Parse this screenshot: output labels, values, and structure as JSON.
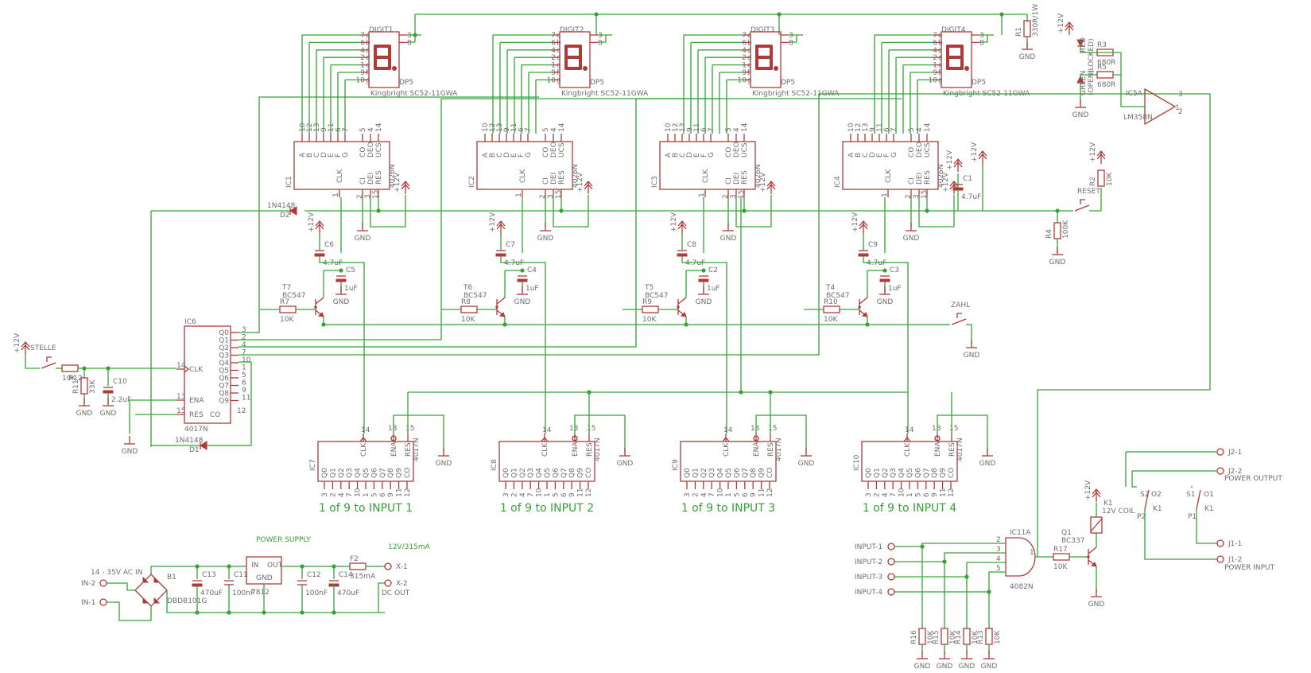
{
  "digits": [
    {
      "name": "DIGIT1",
      "part": "Kingbright SC52-11GWA"
    },
    {
      "name": "DIGIT2",
      "part": "Kingbright SC52-11GWA"
    },
    {
      "name": "DIGIT3",
      "part": "Kingbright SC52-11GWA"
    },
    {
      "name": "DIGIT4",
      "part": "Kingbright SC52-11GWA"
    }
  ],
  "seg_pins": [
    {
      "num": "7",
      "seg": "a"
    },
    {
      "num": "6",
      "seg": "b"
    },
    {
      "num": "4",
      "seg": "c"
    },
    {
      "num": "2",
      "seg": "d"
    },
    {
      "num": "1",
      "seg": "e"
    },
    {
      "num": "9",
      "seg": "f"
    },
    {
      "num": "10",
      "seg": "g"
    }
  ],
  "common_pins": [
    "3",
    "8"
  ],
  "dp_label": "DP5",
  "counters_4026": [
    {
      "name": "IC1",
      "part": "4026N"
    },
    {
      "name": "IC2",
      "part": "4026N"
    },
    {
      "name": "IC3",
      "part": "4026N"
    },
    {
      "name": "IC4",
      "part": "4026N"
    }
  ],
  "ic4026_outputs": [
    "A",
    "B",
    "C",
    "D",
    "E",
    "F",
    "G"
  ],
  "ic4026_output_pins": [
    "10",
    "12",
    "13",
    "9",
    "11",
    "6",
    "7"
  ],
  "ic4026_status": [
    "CO",
    "DEO",
    "UCS"
  ],
  "ic4026_status_pins": [
    "5",
    "4",
    "14"
  ],
  "ic4026_inputs": [
    "CI",
    "DEI",
    "RES"
  ],
  "ic4026_input_pins": [
    "2",
    "3",
    "15"
  ],
  "clk_label": "CLK",
  "clk_pin": "1",
  "transistors": [
    {
      "name": "T7",
      "type": "BC547",
      "res": "R7",
      "res_val": "10K"
    },
    {
      "name": "T6",
      "type": "BC547",
      "res": "R8",
      "res_val": "10K"
    },
    {
      "name": "T5",
      "type": "BC547",
      "res": "R9",
      "res_val": "10K"
    },
    {
      "name": "T4",
      "type": "BC547",
      "res": "R10",
      "res_val": "10K"
    }
  ],
  "caps_top": [
    {
      "name": "C6",
      "value": "4.7uF"
    },
    {
      "name": "C7",
      "value": "4.7uF"
    },
    {
      "name": "C8",
      "value": "4.7uF"
    },
    {
      "name": "C9",
      "value": "4.7uF"
    }
  ],
  "caps_small": [
    {
      "name": "C5",
      "value": "1uF"
    },
    {
      "name": "C4",
      "value": "1uF"
    },
    {
      "name": "C2",
      "value": "1uF"
    },
    {
      "name": "C3",
      "value": "1uF"
    }
  ],
  "decoders": [
    {
      "name": "IC7",
      "part": "4017N",
      "label": "1 of 9 to INPUT 1"
    },
    {
      "name": "IC8",
      "part": "4017N",
      "label": "1 of 9 to INPUT 2"
    },
    {
      "name": "IC9",
      "part": "4017N",
      "label": "1 of 9 to INPUT 3"
    },
    {
      "name": "IC10",
      "part": "4017N",
      "label": "1 of 9 to INPUT 4"
    }
  ],
  "dec_pins": [
    "Q0",
    "Q1",
    "Q2",
    "Q3",
    "Q4",
    "Q5",
    "Q6",
    "Q7",
    "Q8",
    "Q9",
    "CO"
  ],
  "dec_pin_nums": [
    "3",
    "2",
    "4",
    "7",
    "10",
    "1",
    "5",
    "6",
    "9",
    "11",
    "12"
  ],
  "dec_top": {
    "clk": "CLK",
    "ena": "ENA",
    "res": "RES",
    "clk_pin": "14",
    "ena_pin": "13",
    "res_pin": "15"
  },
  "ic6": {
    "name": "IC6",
    "part": "4017N",
    "outputs": [
      "Q0",
      "Q1",
      "Q2",
      "Q3",
      "Q4",
      "Q5",
      "Q6",
      "Q7",
      "Q8",
      "Q9"
    ],
    "output_pins": [
      "3",
      "2",
      "4",
      "7",
      "10",
      "1",
      "5",
      "6",
      "9",
      "11"
    ],
    "clk": "CLK",
    "clk_pin": "14",
    "ena": "ENA",
    "ena_pin": "13",
    "res": "RES",
    "res_pin": "15",
    "co": "CO",
    "co_pin": "12"
  },
  "labels": {
    "gnd": "GND",
    "vcc": "+12V",
    "d1": "D1",
    "d1_type": "1N4148",
    "d2": "D2",
    "d2_type": "1N4148",
    "stelle": "STELLE",
    "zahl": "ZAHL",
    "reset": "RESET",
    "r12": "R12",
    "r12_val": "10K",
    "r11": "R11",
    "r11_val": "33K",
    "c10": "C10",
    "c10_val": "2.2uF",
    "r1": "R1",
    "r1_val": "330R/1W",
    "r2": "R2",
    "r2_val": "10K",
    "r4": "R4",
    "r4_val": "100K",
    "c1": "C1",
    "c1_val": "4.7uF",
    "led_red": "RED",
    "led_red_note": "(LOCKED)",
    "led_green": "GREEN",
    "led_green_note": "(OPEN)",
    "r3": "R3",
    "r3_val": "680R",
    "r5": "R5",
    "r5_val": "680R",
    "ic5a": "IC5A",
    "ic5a_part": "LM358N",
    "ic5a_pin_out": "1",
    "ic5a_pin_p": "3",
    "ic5a_pin_n": "2"
  },
  "gate": {
    "name": "IC11A",
    "part": "4082N",
    "inputs": [
      "INPUT-1",
      "INPUT-2",
      "INPUT-3",
      "INPUT-4"
    ],
    "pins": [
      "2",
      "3",
      "4",
      "5"
    ],
    "out_pin": "1",
    "resistors": [
      {
        "name": "R16",
        "value": "10K"
      },
      {
        "name": "R15",
        "value": "10K"
      },
      {
        "name": "R14",
        "value": "10K"
      },
      {
        "name": "R13",
        "value": "10K"
      }
    ],
    "r17": "R17",
    "r17_val": "10K"
  },
  "relay": {
    "q1": "Q1",
    "q1_type": "BC337",
    "k1": "K1",
    "coil": "12V COIL",
    "p1": "P1",
    "o1": "O1",
    "s1": "S1",
    "p2": "P2",
    "o2": "O2",
    "s2": "S2",
    "j11": "J1-1",
    "j12": "J1-2",
    "j21": "J2-1",
    "j22": "J2-2",
    "power_output": "POWER OUTPUT",
    "power_input": "POWER INPUT"
  },
  "psu": {
    "title": "POWER SUPPLY",
    "rating": "12V/315mA",
    "ac_in": "14 - 35V AC IN",
    "in2": "IN-2",
    "in1": "IN-1",
    "b1": "B1",
    "b1_part": "DBDB101G",
    "c13": "C13",
    "c13_val": "470uF",
    "c11": "C11",
    "c11_val": "100nF",
    "reg": "7812",
    "reg_in": "IN",
    "reg_out": "OUT",
    "reg_gnd": "GND",
    "c12": "C12",
    "c12_val": "100nF",
    "c14": "C14",
    "c14_val": "470uF",
    "f2": "F2",
    "f2_val": "315mA",
    "x1": "X-1",
    "x2": "X-2",
    "dc_out": "DC OUT"
  },
  "colors": {
    "wire": "#36a336",
    "part": "#b03a3a",
    "text": "#6e6e6e",
    "bg": "#ffffff"
  }
}
